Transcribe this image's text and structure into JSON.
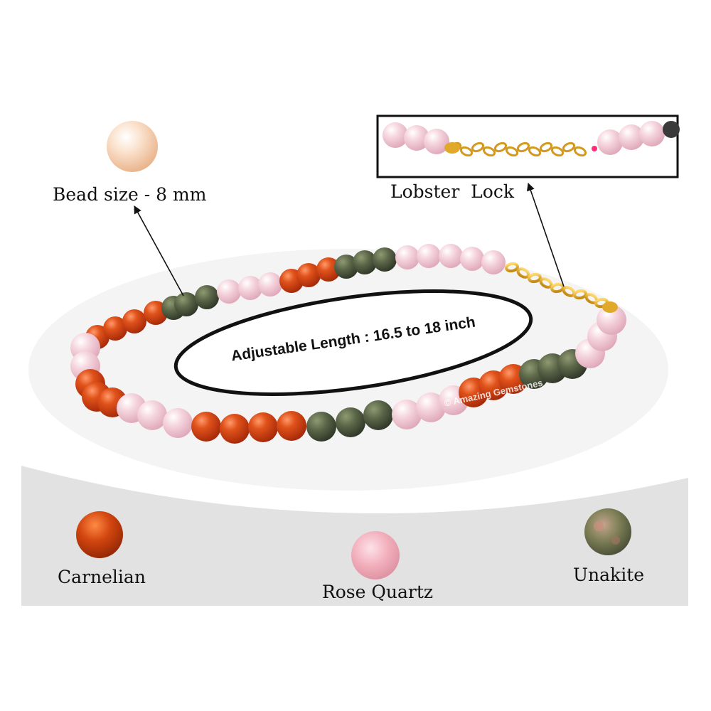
{
  "labels": {
    "bead_size": "Bead size - 8 mm",
    "lobster_lock": "Lobster  Lock",
    "adjustable_length": "Adjustable Length : 16.5 to 18 inch",
    "watermark": "© Amazing Gemstones"
  },
  "stones": [
    {
      "name": "Carnelian",
      "color": "#d2460f"
    },
    {
      "name": "Rose Quartz",
      "color": "#f2aebb"
    },
    {
      "name": "Unakite",
      "color": "#7a7a52"
    }
  ],
  "colors": {
    "carnelian": "#cf3f10",
    "rose_quartz": "#f1c6d3",
    "unakite": "#566148",
    "gold": "#e0a92a",
    "bead_sample": "#f6d1b3",
    "panel": "#e2e2e2"
  }
}
